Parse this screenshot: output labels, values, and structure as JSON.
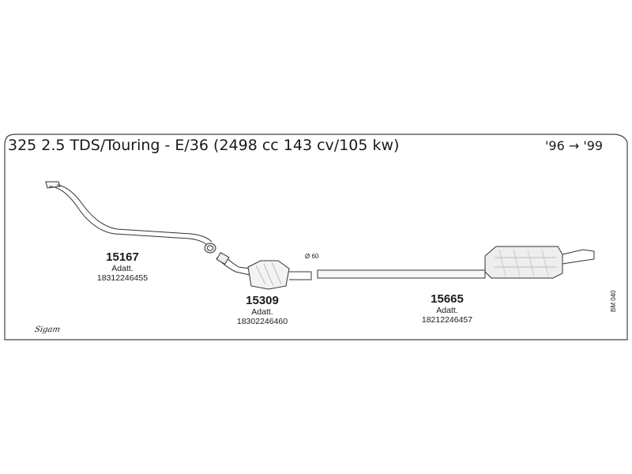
{
  "header": {
    "title": "325 2.5 TDS/Touring - E/36 (2498 cc 143 cv/105 kw)",
    "years": "'96 → '99"
  },
  "parts": [
    {
      "number": "15167",
      "label": "Adatt.",
      "oem": "18312246455"
    },
    {
      "number": "15309",
      "label": "Adatt.",
      "oem": "18302246460"
    },
    {
      "number": "15665",
      "label": "Adatt.",
      "oem": "18212246457"
    }
  ],
  "annotations": {
    "diameter": "Ø 60",
    "sheet_code": "BM 040",
    "brand": "Sigam"
  }
}
